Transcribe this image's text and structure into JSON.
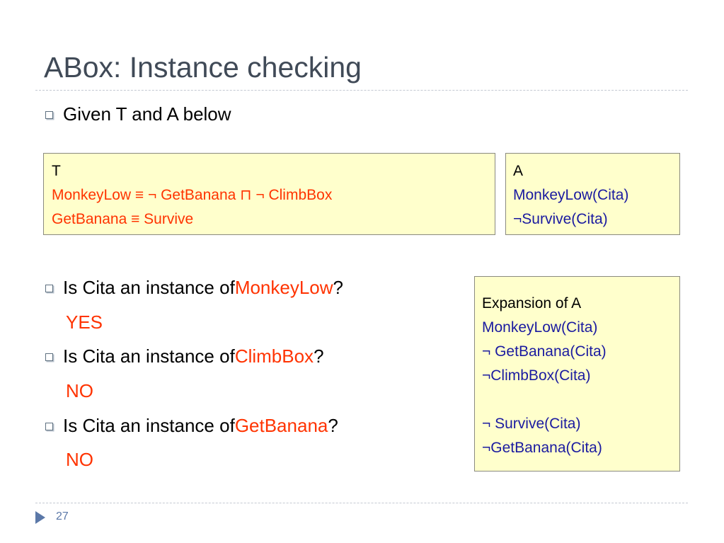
{
  "slide": {
    "title": "ABox: Instance checking",
    "intro": "Given T and A below",
    "page_number": "27"
  },
  "tbox": {
    "heading": "T",
    "lines": [
      "MonkeyLow ≡ ¬ GetBanana ⊓ ¬ ClimbBox",
      "GetBanana ≡ Survive"
    ]
  },
  "abox": {
    "heading": "A",
    "lines": [
      "MonkeyLow(Cita)",
      "¬Survive(Cita)"
    ]
  },
  "questions": [
    {
      "prefix": "Is Cita an instance of ",
      "concept": "MonkeyLow",
      "suffix": "?",
      "answer": "YES"
    },
    {
      "prefix": "Is Cita an instance of ",
      "concept": "ClimbBox",
      "suffix": "?",
      "answer": "NO"
    },
    {
      "prefix": "Is Cita an instance of ",
      "concept": "GetBanana",
      "suffix": "?",
      "answer": "NO"
    }
  ],
  "expansion": {
    "heading": "Expansion of A",
    "lines": [
      "MonkeyLow(Cita)",
      "¬ GetBanana(Cita)",
      "¬ClimbBox(Cita)",
      "",
      "¬ Survive(Cita)",
      "¬GetBanana(Cita)"
    ]
  },
  "colors": {
    "title": "#404a57",
    "accent_red": "#ff3300",
    "accent_blue": "#1a1aa0",
    "box_fill": "#ffffcc"
  }
}
